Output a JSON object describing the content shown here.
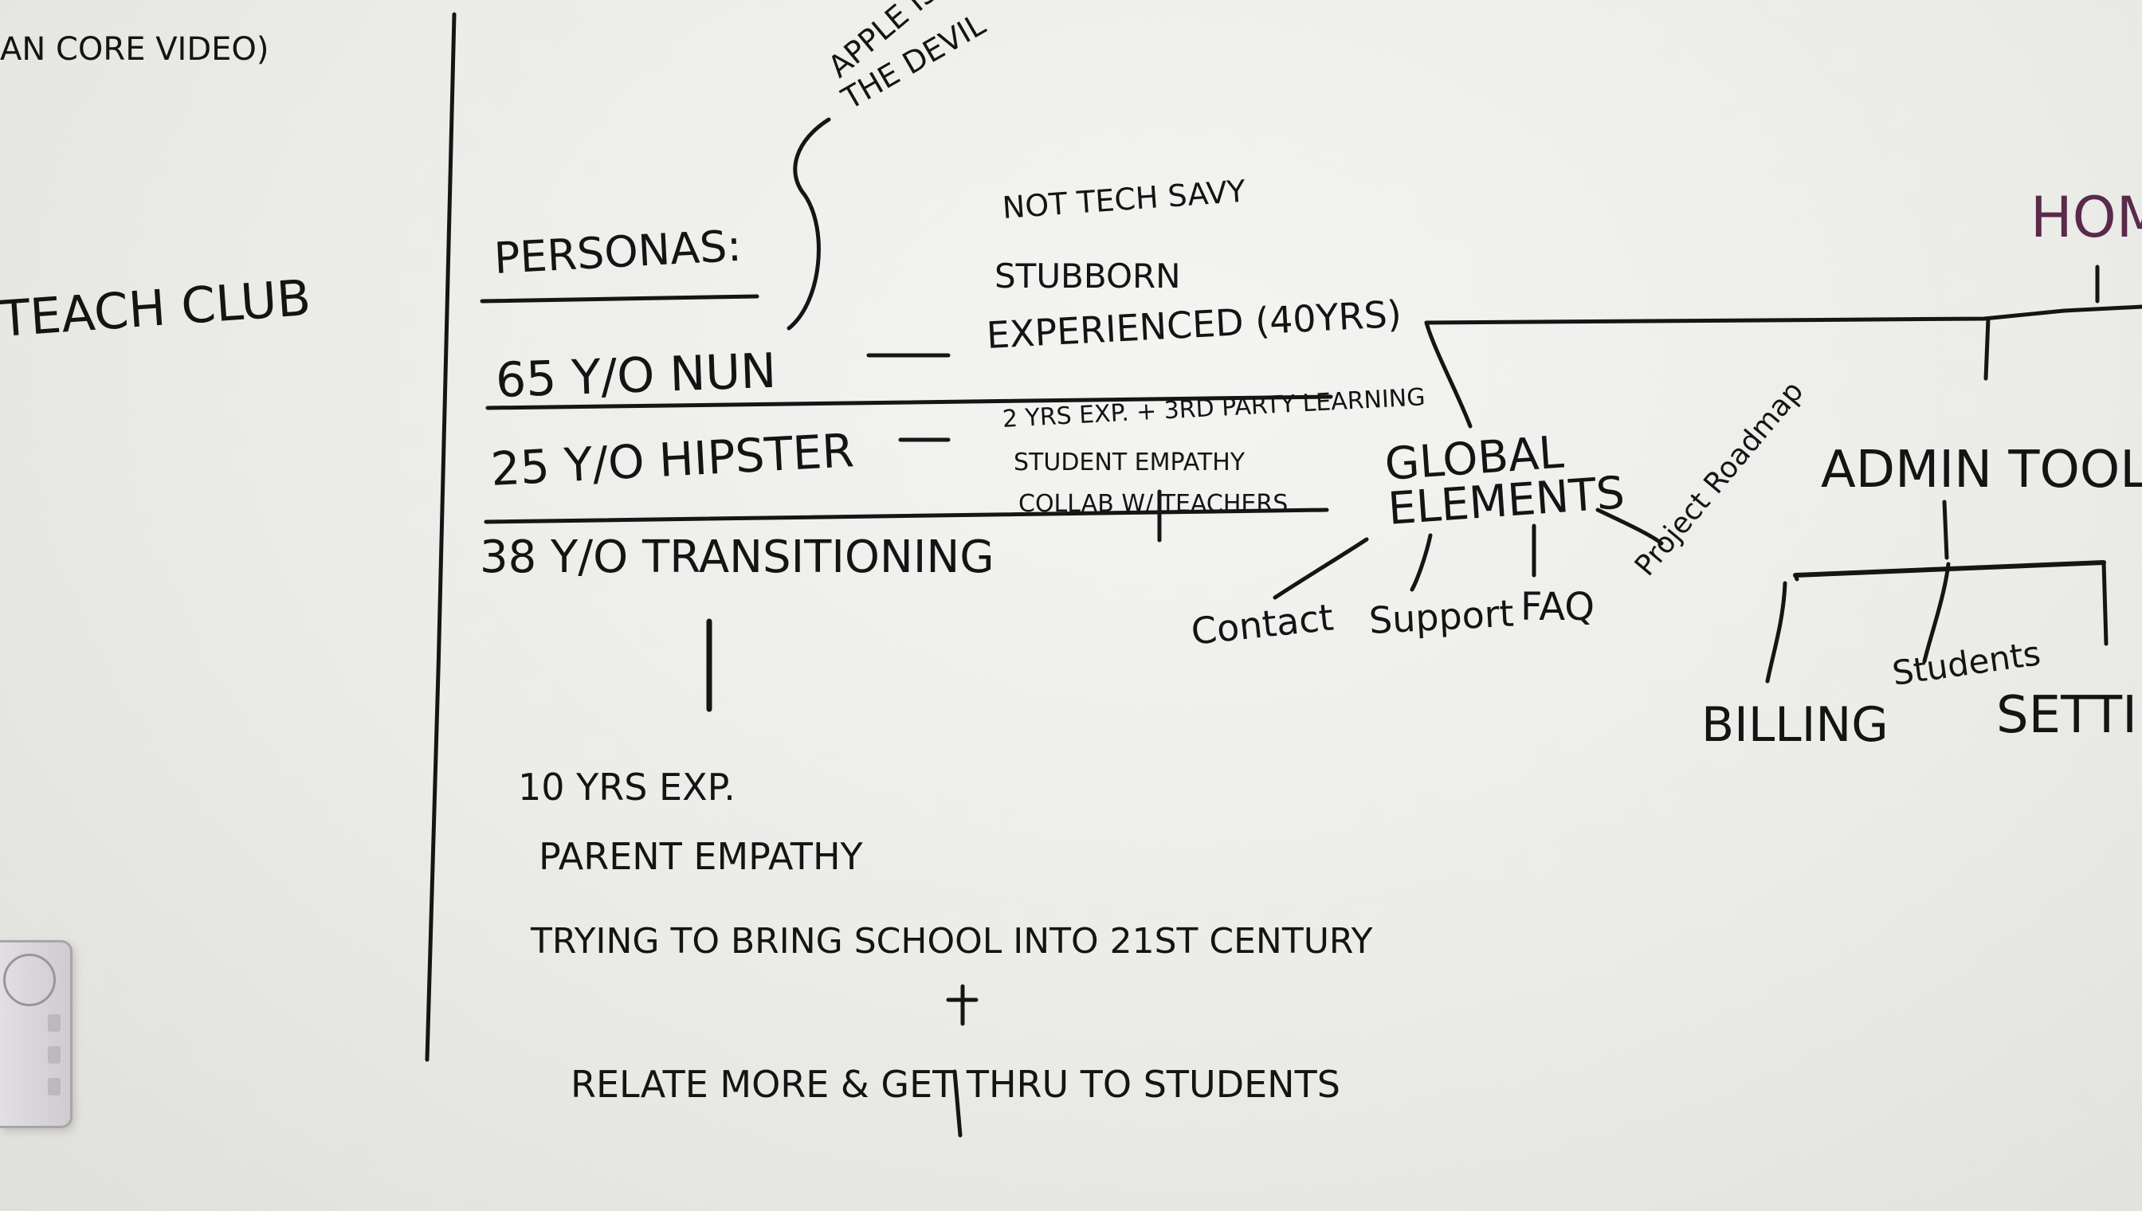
{
  "board": {
    "top_left_note": "AN CORE VIDEO)",
    "teach_club": "TEACH CLUB",
    "apple_note_line1": "APPLE IS",
    "apple_note_line2": "THE DEVIL",
    "personas_heading": "PERSONAS:",
    "persona1_label": "65 Y/O NUN",
    "persona1_traits": [
      "NOT TECH SAVY",
      "STUBBORN",
      "EXPERIENCED (40YRS)"
    ],
    "persona2_label": "25 Y/O HIPSTER",
    "persona2_traits": [
      "2 YRS EXP. + 3RD PARTY LEARNING",
      "STUDENT EMPATHY",
      "COLLAB W/ TEACHERS"
    ],
    "persona3_label": "38 Y/O TRANSITIONING",
    "persona3_traits": [
      "10 YRS EXP.",
      "PARENT EMPATHY",
      "TRYING TO BRING SCHOOL INTO 21ST CENTURY",
      "+",
      "RELATE MORE & GET THRU TO STUDENTS"
    ],
    "global_elements": "GLOBAL ELEMENTS",
    "global_children": [
      "Contact",
      "Support",
      "FAQ",
      "Project Roadmap"
    ],
    "admin_tools": "ADMIN TOOLS",
    "admin_children": [
      "BILLING",
      "Students",
      "SETTIN"
    ],
    "home_partial": "HOM",
    "marker_color": "#141414",
    "accent_marker_color": "#5a2a4a"
  }
}
